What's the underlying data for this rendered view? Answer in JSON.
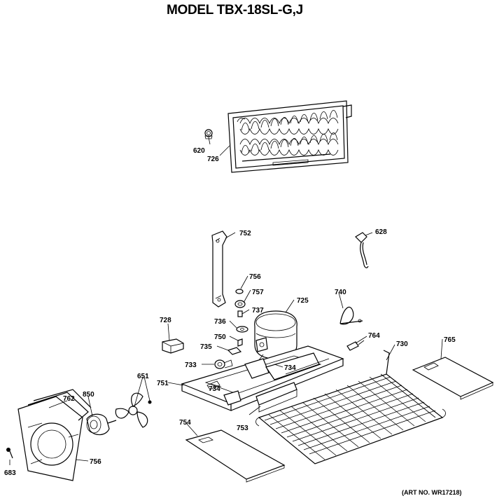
{
  "title": "MODEL TBX-18SL-G,J",
  "art_number": "(ART NO. WR17218)",
  "labels": {
    "p620": "620",
    "p726": "726",
    "p752": "752",
    "p628": "628",
    "p756a": "756",
    "p757a": "757",
    "p725": "725",
    "p737": "737",
    "p740": "740",
    "p736": "736",
    "p728": "728",
    "p750": "750",
    "p764": "764",
    "p730": "730",
    "p765": "765",
    "p735": "735",
    "p733": "733",
    "p734a": "734",
    "p651": "651",
    "p751": "751",
    "p734b": "734",
    "p762": "762",
    "p850": "850",
    "p753": "753",
    "p754": "754",
    "p756b": "756",
    "p683": "683"
  }
}
